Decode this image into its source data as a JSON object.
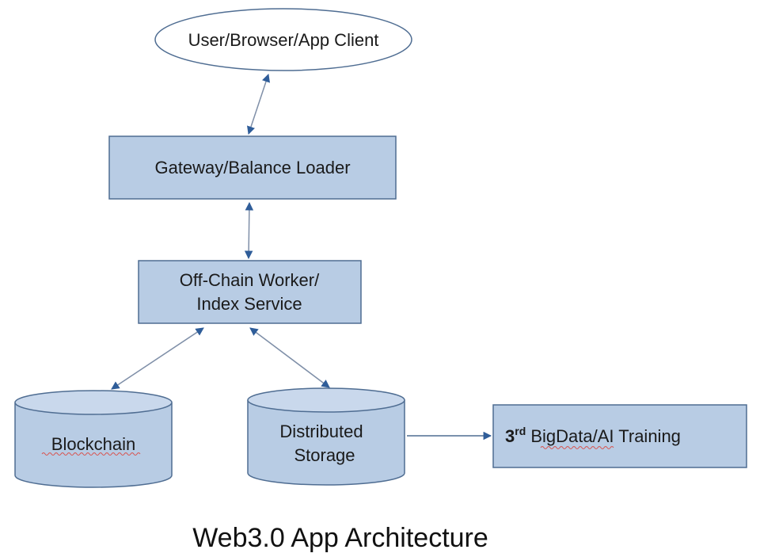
{
  "diagram": {
    "title": "Web3.0 App Architecture",
    "colors": {
      "node_fill": "#b8cce4",
      "node_stroke": "#4f6d92",
      "cylinder_top": "#c9d8ec",
      "arrow": "#2f5d99",
      "arrow_line": "#7f8fa8",
      "ellipse_fill": "#ffffff",
      "ellipse_stroke": "#4f6d92"
    },
    "nodes": {
      "client": {
        "label": "User/Browser/App Client",
        "shape": "ellipse"
      },
      "gateway": {
        "label": "Gateway/Balance Loader",
        "shape": "rectangle"
      },
      "offchain": {
        "line1": "Off-Chain Worker/",
        "line2": "Index Service",
        "shape": "rectangle"
      },
      "blockchain": {
        "label": "Blockchain",
        "shape": "cylinder"
      },
      "storage": {
        "line1": "Distributed",
        "line2": "Storage",
        "shape": "cylinder"
      },
      "bigdata": {
        "prefix": "3",
        "superscript": "rd",
        "label": " BigData/AI Training",
        "shape": "rectangle"
      }
    },
    "edges": [
      {
        "from": "client",
        "to": "gateway",
        "direction": "both"
      },
      {
        "from": "gateway",
        "to": "offchain",
        "direction": "both"
      },
      {
        "from": "offchain",
        "to": "blockchain",
        "direction": "both"
      },
      {
        "from": "offchain",
        "to": "storage",
        "direction": "both"
      },
      {
        "from": "storage",
        "to": "bigdata",
        "direction": "forward"
      }
    ]
  }
}
